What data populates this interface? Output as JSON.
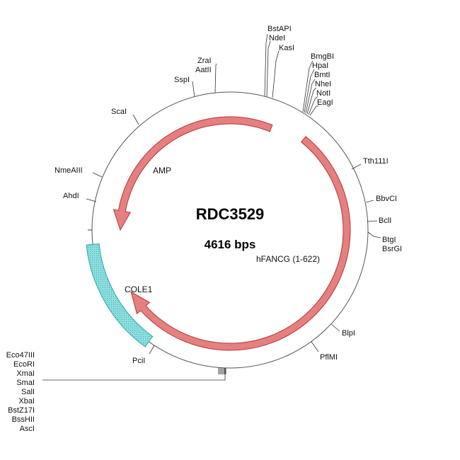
{
  "plasmid": {
    "name": "RDC3529",
    "size_label": "4616 bps"
  },
  "colors": {
    "backbone": "#555555",
    "arrow_fill": "#e58080",
    "arrow_stroke": "#b83434",
    "cole1_fill": "#7fd6d6",
    "cole1_stroke": "#2aa6b0",
    "tick": "#333333"
  },
  "features": [
    {
      "label": "AMP",
      "type": "arrow",
      "direction": "ccw",
      "start_deg": 22,
      "end_deg": 270,
      "label_pos": "inside-upper-left"
    },
    {
      "label": "hFANCG (1-622)",
      "type": "arrow",
      "direction": "cw",
      "start_deg": 106,
      "end_deg": 238,
      "label_pos": "inside-right"
    },
    {
      "label": "COLE1",
      "type": "block",
      "start_deg": 215,
      "end_deg": 264,
      "label_pos": "inside-lower-left"
    }
  ],
  "sites": {
    "top": [
      {
        "label": "BstAPI"
      },
      {
        "label": "NdeI"
      },
      {
        "label": "KasI"
      }
    ],
    "top_right": [
      {
        "label": "BmgBI"
      },
      {
        "label": "HpaI"
      },
      {
        "label": "BmtI"
      },
      {
        "label": "NheI"
      },
      {
        "label": "NotI"
      },
      {
        "label": "EagI"
      }
    ],
    "single": [
      {
        "label": "ZraI",
        "group": "zra"
      },
      {
        "label": "AatII",
        "group": "zra"
      },
      {
        "label": "SspI"
      },
      {
        "label": "ScaI"
      },
      {
        "label": "NmeAIII"
      },
      {
        "label": "AhdI"
      },
      {
        "label": "Tth111I"
      },
      {
        "label": "BbvCI"
      },
      {
        "label": "BclI"
      },
      {
        "label": "BtgI",
        "group": "btg"
      },
      {
        "label": "BsrGI",
        "group": "btg"
      },
      {
        "label": "BlpI"
      },
      {
        "label": "PflMI"
      },
      {
        "label": "PciI"
      }
    ],
    "bottom_cluster": [
      {
        "label": "Eco47III"
      },
      {
        "label": "EcoRI"
      },
      {
        "label": "XmaI"
      },
      {
        "label": "SmaI"
      },
      {
        "label": "SalI"
      },
      {
        "label": "XbaI"
      },
      {
        "label": "BstZ17I"
      },
      {
        "label": "BssHII"
      },
      {
        "label": "AscI"
      }
    ]
  }
}
